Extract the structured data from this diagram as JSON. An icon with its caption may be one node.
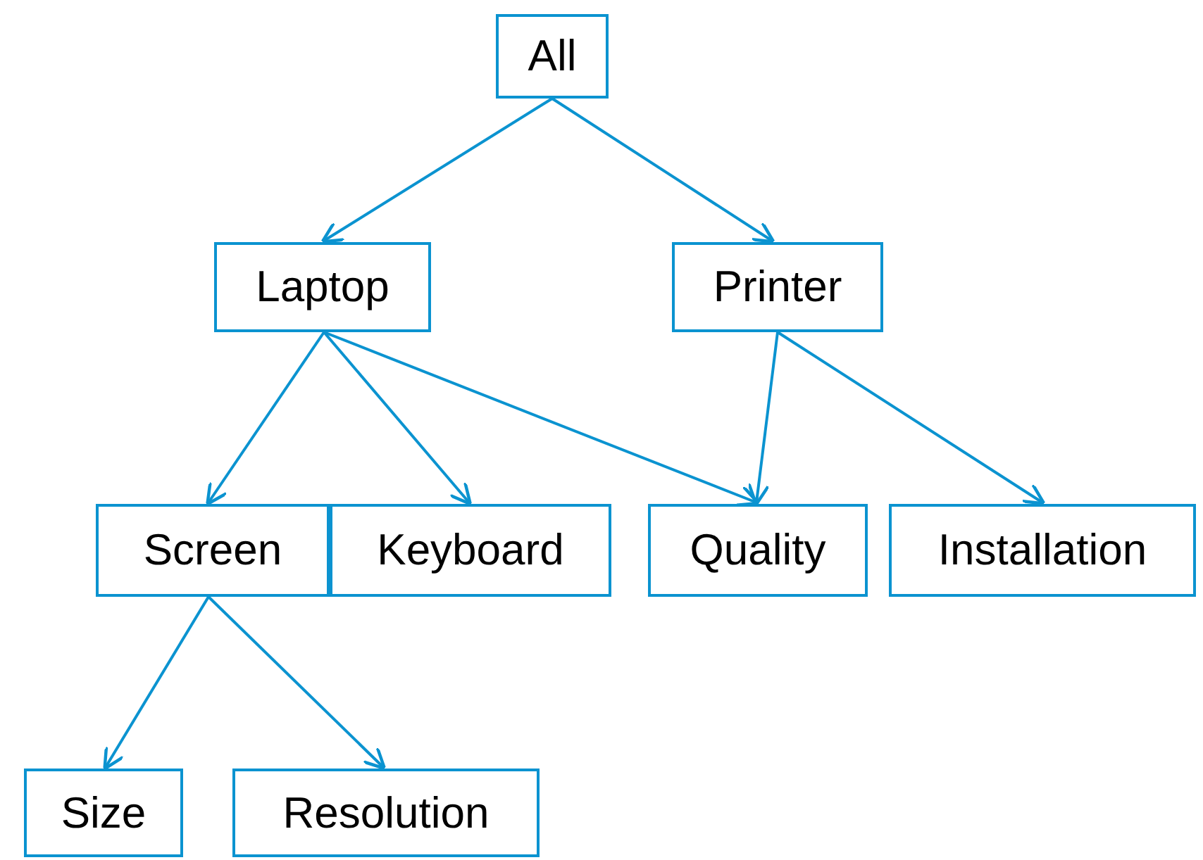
{
  "diagram": {
    "nodes": [
      {
        "text": [
          "All"
        ]
      },
      {
        "text": [
          "Laptop"
        ]
      },
      {
        "text": [
          "Printer"
        ]
      },
      {
        "text": [
          "Screen"
        ]
      },
      {
        "text": [
          "Keyboard"
        ]
      },
      {
        "text": [
          "Quality"
        ]
      },
      {
        "text": [
          "Installation"
        ]
      },
      {
        "text": [
          "Size"
        ]
      },
      {
        "text": [
          "Resolution"
        ]
      }
    ],
    "edges": [
      {
        "from": 0,
        "to": 1,
        "arrow": "to"
      },
      {
        "from": 0,
        "to": 2,
        "arrow": "to"
      },
      {
        "from": 1,
        "to": 3,
        "arrow": "to"
      },
      {
        "from": 1,
        "to": 4,
        "arrow": "to"
      },
      {
        "from": 1,
        "to": 5,
        "arrow": "to"
      },
      {
        "from": 2,
        "to": 5,
        "arrow": "to"
      },
      {
        "from": 2,
        "to": 6,
        "arrow": "to"
      },
      {
        "from": 3,
        "to": 7,
        "arrow": "to"
      },
      {
        "from": 3,
        "to": 8,
        "arrow": "to"
      }
    ]
  }
}
